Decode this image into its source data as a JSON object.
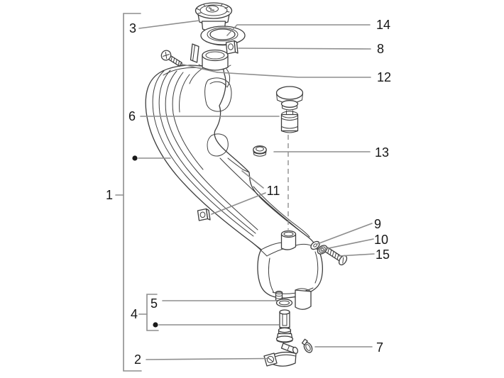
{
  "diagram": {
    "kind": "exploded-parts-diagram",
    "subject": "oil-tank-assembly"
  },
  "callouts": {
    "c1": "1",
    "c2": "2",
    "c3": "3",
    "c4": "4",
    "c5": "5",
    "c6": "6",
    "c7": "7",
    "c8": "8",
    "c9": "9",
    "c10": "10",
    "c11": "11",
    "c12": "12",
    "c13": "13",
    "c14": "14",
    "c15": "15"
  },
  "colors": {
    "background": "#ffffff",
    "part_outline": "#3e3e3e",
    "leader_line": "#8e8e8e",
    "label_text": "#161616"
  }
}
